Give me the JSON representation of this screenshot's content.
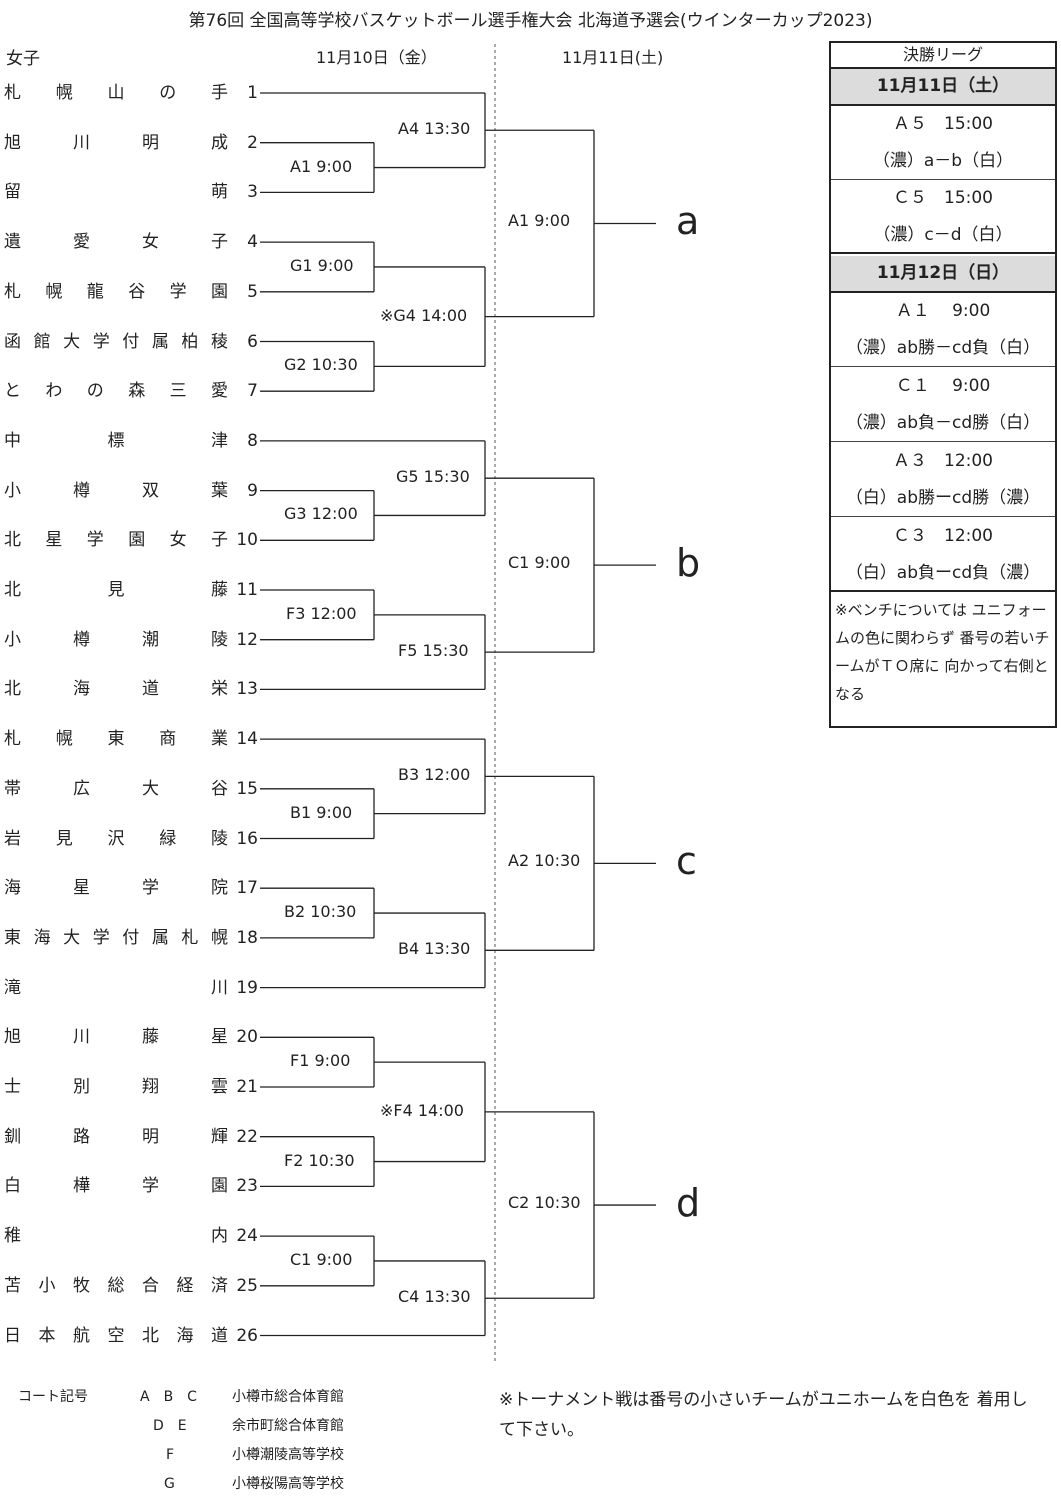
{
  "title": "第76回 全国高等学校バスケットボール選手権大会 北海道予選会(ウインターカップ2023)",
  "division": "女子",
  "dates": {
    "day1": "11月10日（金）",
    "day2": "11月11日(土)"
  },
  "teams": [
    {
      "name": "札幌山の手",
      "num": "1"
    },
    {
      "name": "旭川明成",
      "num": "2"
    },
    {
      "name": "留萌",
      "num": "3"
    },
    {
      "name": "遺愛女子",
      "num": "4"
    },
    {
      "name": "札幌龍谷学園",
      "num": "5"
    },
    {
      "name": "函館大学付属柏稜",
      "num": "6"
    },
    {
      "name": "とわの森三愛",
      "num": "7"
    },
    {
      "name": "中標津",
      "num": "8"
    },
    {
      "name": "小樽双葉",
      "num": "9"
    },
    {
      "name": "北星学園女子",
      "num": "10"
    },
    {
      "name": "北見藤",
      "num": "11"
    },
    {
      "name": "小樽潮陵",
      "num": "12"
    },
    {
      "name": "北海道栄",
      "num": "13"
    },
    {
      "name": "札幌東商業",
      "num": "14"
    },
    {
      "name": "帯広大谷",
      "num": "15"
    },
    {
      "name": "岩見沢緑陵",
      "num": "16"
    },
    {
      "name": "海星学院",
      "num": "17"
    },
    {
      "name": "東海大学付属札幌",
      "num": "18"
    },
    {
      "name": "滝川",
      "num": "19"
    },
    {
      "name": "旭川藤星",
      "num": "20"
    },
    {
      "name": "士別翔雲",
      "num": "21"
    },
    {
      "name": "釧路明輝",
      "num": "22"
    },
    {
      "name": "白樺学園",
      "num": "23"
    },
    {
      "name": "稚内",
      "num": "24"
    },
    {
      "name": "苫小牧総合経済",
      "num": "25"
    },
    {
      "name": "日本航空北海道",
      "num": "26"
    }
  ],
  "matches": {
    "r1": [
      "A1 9:00",
      "G1 9:00",
      "G2 10:30",
      "G3 12:00",
      "F3 12:00",
      "B1 9:00",
      "B2 10:30",
      "F1 9:00",
      "F2 10:30",
      "C1 9:00"
    ],
    "r2": [
      "A4 13:30",
      "※G4 14:00",
      "G5 15:30",
      "F5 15:30",
      "B3 12:00",
      "B4 13:30",
      "※F4 14:00",
      "C4 13:30"
    ],
    "r3": [
      "A1 9:00",
      "C1 9:00",
      "A2 10:30",
      "C2 10:30"
    ]
  },
  "groups": [
    "a",
    "b",
    "c",
    "d"
  ],
  "final_league": {
    "header": "決勝リーグ",
    "day1_label": "11月11日（土）",
    "day1_games": [
      {
        "line1": "Ａ５　15:00",
        "line2": "（濃）a－b（白）"
      },
      {
        "line1": "Ｃ５　15:00",
        "line2": "（濃）c－d（白）"
      }
    ],
    "day2_label": "11月12日（日）",
    "day2_games": [
      {
        "line1": "Ａ１　 9:00",
        "line2": "（濃）ab勝－cd負（白）"
      },
      {
        "line1": "Ｃ１　 9:00",
        "line2": "（濃）ab負－cd勝（白）"
      },
      {
        "line1": "Ａ３　12:00",
        "line2": "（白）ab勝ーcd勝（濃）"
      },
      {
        "line1": "Ｃ３　12:00",
        "line2": "（白）ab負ーcd負（濃）"
      }
    ],
    "note": "※ベンチについては ユニフォームの色に関わらず 番号の若いチームがＴＯ席に 向かって右側となる"
  },
  "courts": {
    "label": "コート記号",
    "rows": [
      {
        "codes": "A　B　C",
        "venue": "小樽市総合体育館"
      },
      {
        "codes": "D　E",
        "venue": "余市町総合体育館"
      },
      {
        "codes": "F",
        "venue": "小樽潮陵高等学校"
      },
      {
        "codes": "G",
        "venue": "小樽桜陽高等学校"
      }
    ]
  },
  "footnote": "※トーナメント戦は番号の小さいチームがユニホームを白色を 着用して下さい。"
}
